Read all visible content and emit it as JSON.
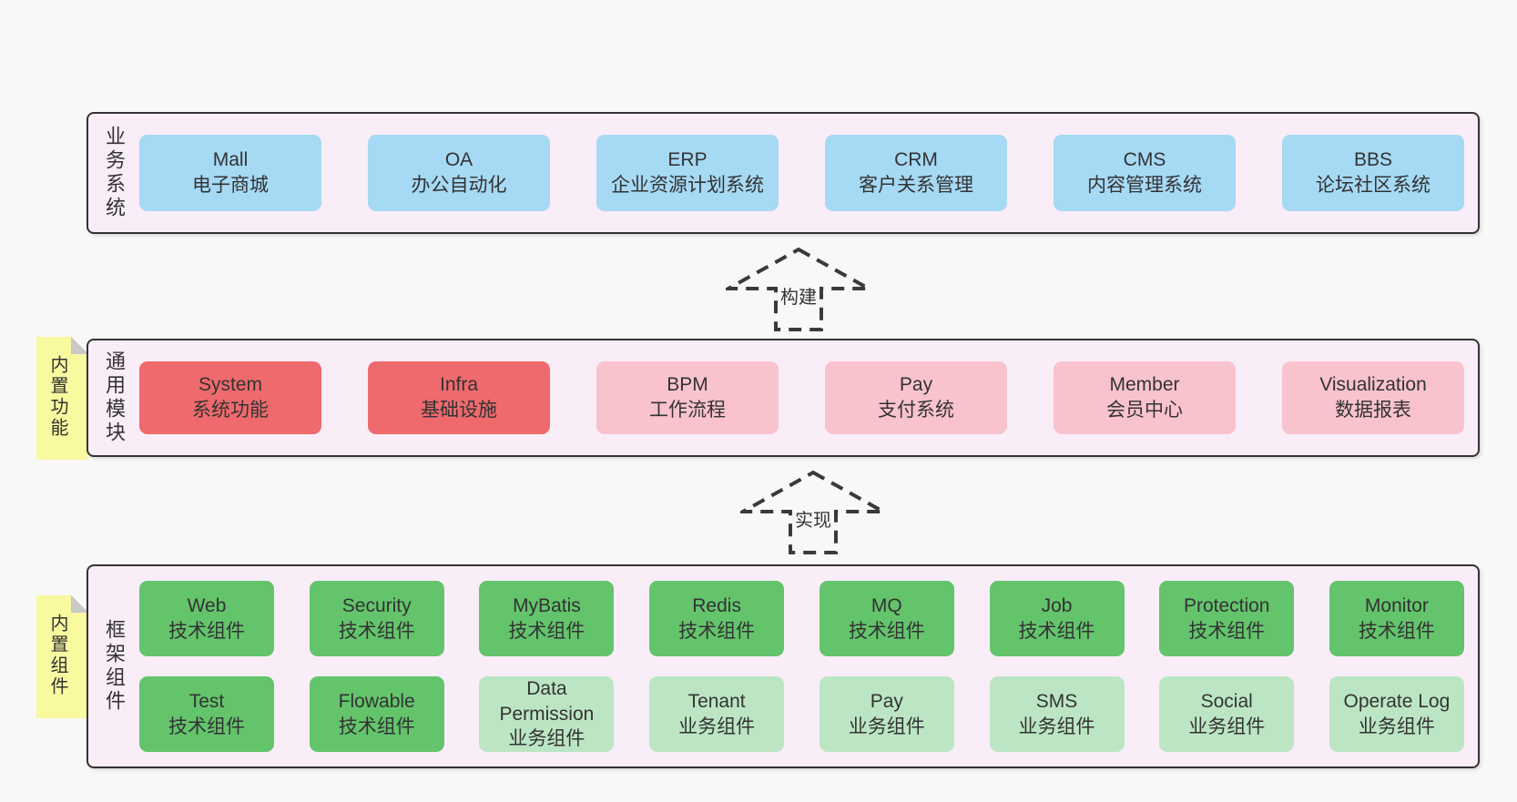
{
  "colors": {
    "page_bg": "#f8f8f8",
    "tier_bg": "#f9edf7",
    "tier_border": "#333333",
    "blue_box": "#a6d9f4",
    "red_box": "#ee6a6d",
    "pink_box": "#f9c3cd",
    "green_box": "#63c46c",
    "green_light_box": "#bce6c3",
    "note_bg": "#f9f9a0",
    "note_fold": "#c9c9c9",
    "text": "#333333"
  },
  "arrows": [
    {
      "label": "构建"
    },
    {
      "label": "实现"
    }
  ],
  "notes": [
    {
      "text": "内置功能"
    },
    {
      "text": "内置组件"
    }
  ],
  "tiers": [
    {
      "label": "业务系统",
      "boxes": [
        {
          "name": "Mall",
          "subtitle": "电子商城"
        },
        {
          "name": "OA",
          "subtitle": "办公自动化"
        },
        {
          "name": "ERP",
          "subtitle": "企业资源计划系统"
        },
        {
          "name": "CRM",
          "subtitle": "客户关系管理"
        },
        {
          "name": "CMS",
          "subtitle": "内容管理系统"
        },
        {
          "name": "BBS",
          "subtitle": "论坛社区系统"
        }
      ]
    },
    {
      "label": "通用模块",
      "boxes": [
        {
          "name": "System",
          "subtitle": "系统功能",
          "variant": "red"
        },
        {
          "name": "Infra",
          "subtitle": "基础设施",
          "variant": "red"
        },
        {
          "name": "BPM",
          "subtitle": "工作流程",
          "variant": "pink"
        },
        {
          "name": "Pay",
          "subtitle": "支付系统",
          "variant": "pink"
        },
        {
          "name": "Member",
          "subtitle": "会员中心",
          "variant": "pink"
        },
        {
          "name": "Visualization",
          "subtitle": "数据报表",
          "variant": "pink"
        }
      ]
    },
    {
      "label": "框架组件",
      "boxes": [
        {
          "name": "Web",
          "subtitle": "技术组件",
          "variant": "green"
        },
        {
          "name": "Security",
          "subtitle": "技术组件",
          "variant": "green"
        },
        {
          "name": "MyBatis",
          "subtitle": "技术组件",
          "variant": "green"
        },
        {
          "name": "Redis",
          "subtitle": "技术组件",
          "variant": "green"
        },
        {
          "name": "MQ",
          "subtitle": "技术组件",
          "variant": "green"
        },
        {
          "name": "Job",
          "subtitle": "技术组件",
          "variant": "green"
        },
        {
          "name": "Protection",
          "subtitle": "技术组件",
          "variant": "green"
        },
        {
          "name": "Monitor",
          "subtitle": "技术组件",
          "variant": "green"
        },
        {
          "name": "Test",
          "subtitle": "技术组件",
          "variant": "green"
        },
        {
          "name": "Flowable",
          "subtitle": "技术组件",
          "variant": "green"
        },
        {
          "name": "Data Permission",
          "subtitle": "业务组件",
          "variant": "green-light"
        },
        {
          "name": "Tenant",
          "subtitle": "业务组件",
          "variant": "green-light"
        },
        {
          "name": "Pay",
          "subtitle": "业务组件",
          "variant": "green-light"
        },
        {
          "name": "SMS",
          "subtitle": "业务组件",
          "variant": "green-light"
        },
        {
          "name": "Social",
          "subtitle": "业务组件",
          "variant": "green-light"
        },
        {
          "name": "Operate Log",
          "subtitle": "业务组件",
          "variant": "green-light"
        }
      ]
    }
  ]
}
